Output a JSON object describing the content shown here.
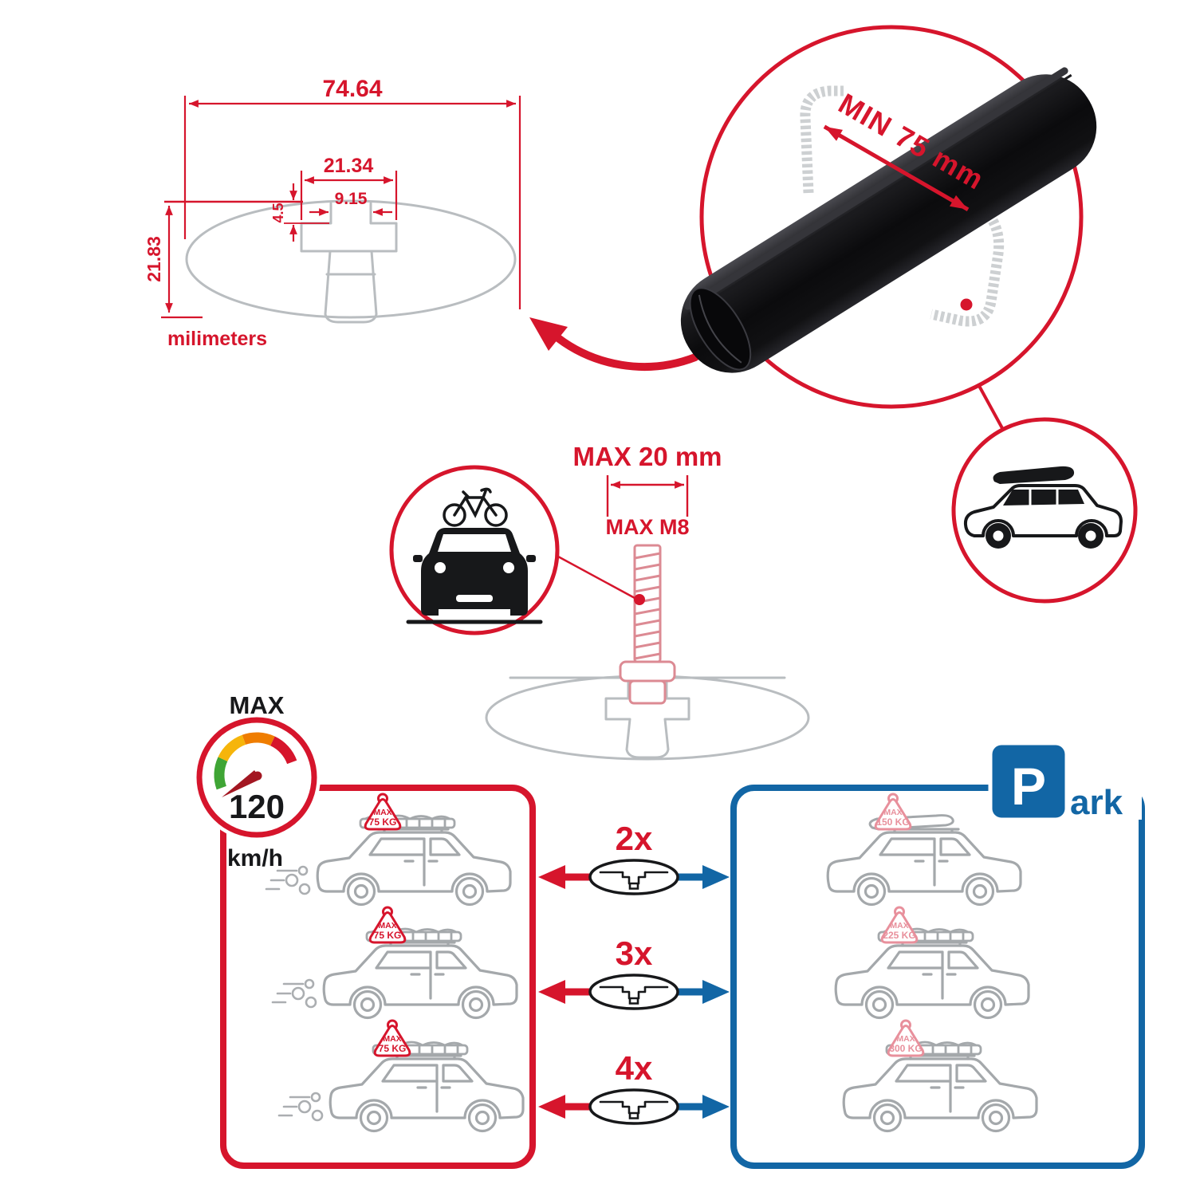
{
  "colors": {
    "red": "#d6152c",
    "blue": "#1266a5",
    "pink": "#e8909c",
    "gray": "#b9bdc0",
    "black": "#17181a",
    "gauge_green": "#3fa535",
    "gauge_yellow": "#f6b50b",
    "gauge_orange": "#ef7d00"
  },
  "dimensions": {
    "total_width": "74.64",
    "channel_width": "21.34",
    "slot_width": "9.15",
    "lip_depth": "4.5",
    "total_height": "21.83",
    "units": "milimeters"
  },
  "bar": {
    "min_span": "MIN 75 mm"
  },
  "bolt": {
    "max_length": "MAX 20 mm",
    "max_thread": "MAX M8"
  },
  "speed": {
    "label": "MAX",
    "value": "120",
    "unit": "km/h"
  },
  "park": {
    "letter": "P",
    "suffix": "ark"
  },
  "loads": {
    "multipliers": [
      "2x",
      "3x",
      "4x"
    ],
    "driving": [
      {
        "label": "MAX",
        "value": "75 KG"
      },
      {
        "label": "MAX",
        "value": "75 KG"
      },
      {
        "label": "MAX",
        "value": "75 KG"
      }
    ],
    "parked": [
      {
        "label": "MAX",
        "value": "150 KG"
      },
      {
        "label": "MAX",
        "value": "225 KG"
      },
      {
        "label": "MAX",
        "value": "300 KG"
      }
    ]
  }
}
